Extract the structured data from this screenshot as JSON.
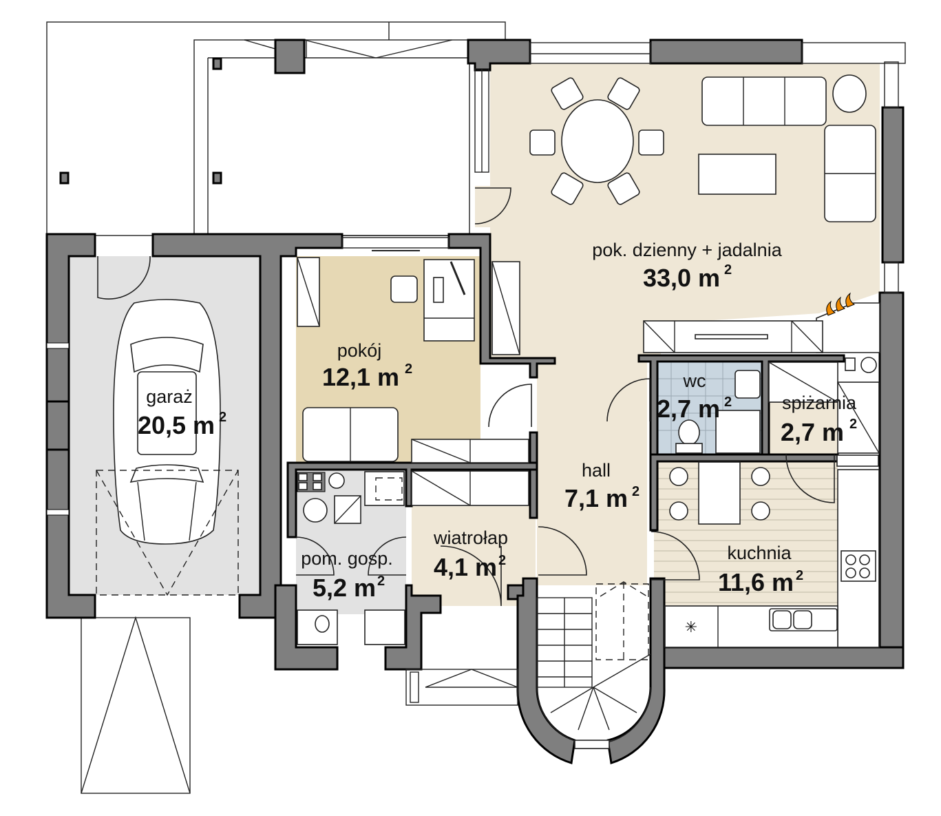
{
  "plan": {
    "colors": {
      "wall": "#7f7f7f",
      "garage_floor": "#e2e2e2",
      "utility_floor": "#e2e2e2",
      "living_floor": "#efe7d6",
      "room_floor": "#e6d8b4",
      "wc_tiles": "#c9d6e0",
      "kitchen_floor": "#efe7d6",
      "fireplace_flame": "#f08a00"
    },
    "rooms": [
      {
        "id": "living",
        "name": "pok. dzienny + jadalnia",
        "area": "33,0 m",
        "unit_sup": "2"
      },
      {
        "id": "room",
        "name": "pokój",
        "area": "12,1 m",
        "unit_sup": "2"
      },
      {
        "id": "garage",
        "name": "garaż",
        "area": "20,5 m",
        "unit_sup": "2"
      },
      {
        "id": "wc",
        "name": "wc",
        "area": "2,7 m",
        "unit_sup": "2"
      },
      {
        "id": "pantry",
        "name": "spiżarnia",
        "area": "2,7 m",
        "unit_sup": "2"
      },
      {
        "id": "hall",
        "name": "hall",
        "area": "7,1 m",
        "unit_sup": "2"
      },
      {
        "id": "utility",
        "name": "pom. gosp.",
        "area": "5,2 m",
        "unit_sup": "2"
      },
      {
        "id": "vestibule",
        "name": "wiatrołap",
        "area": "4,1 m",
        "unit_sup": "2"
      },
      {
        "id": "kitchen",
        "name": "kuchnia",
        "area": "11,6 m",
        "unit_sup": "2"
      }
    ]
  }
}
